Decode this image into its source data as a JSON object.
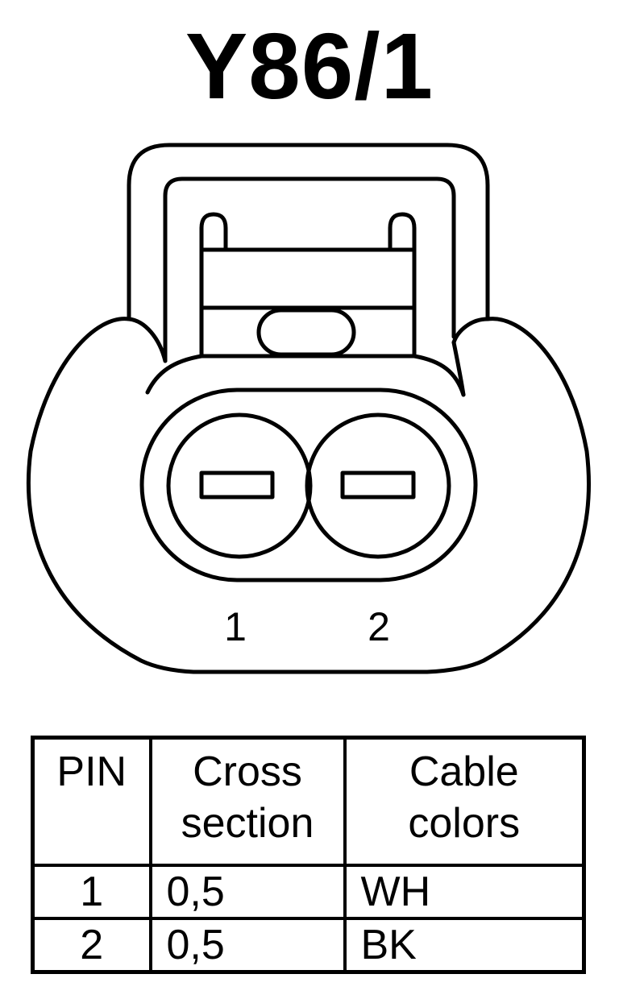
{
  "title": "Y86/1",
  "connector": {
    "pin_labels": [
      "1",
      "2"
    ]
  },
  "table": {
    "headers": [
      {
        "lines": [
          "PIN"
        ]
      },
      {
        "lines": [
          "Cross",
          "section"
        ]
      },
      {
        "lines": [
          "Cable",
          "colors"
        ]
      }
    ],
    "rows": [
      {
        "pin": "1",
        "cross_section": "0,5",
        "color": "WH"
      },
      {
        "pin": "2",
        "cross_section": "0,5",
        "color": "BK"
      }
    ]
  }
}
